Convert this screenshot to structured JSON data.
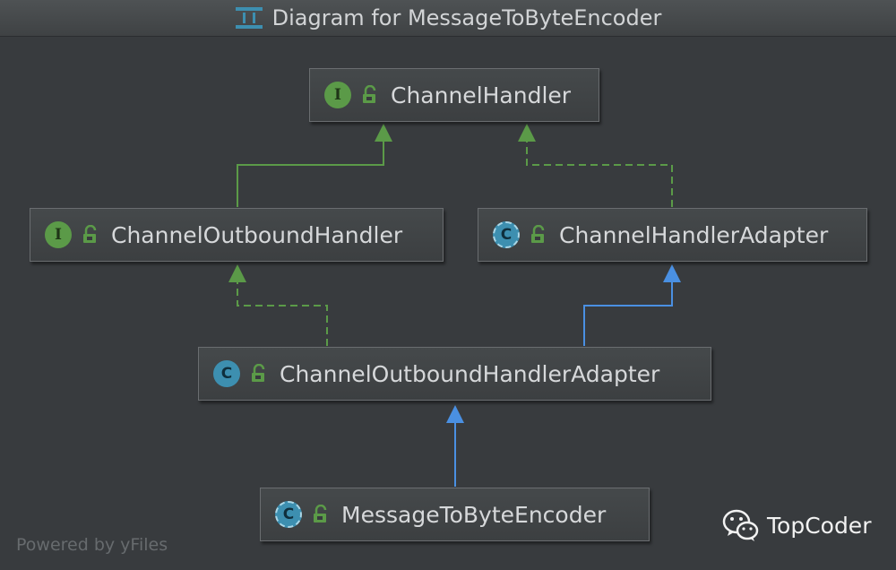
{
  "window": {
    "title": "Diagram for MessageToByteEncoder"
  },
  "nodes": [
    {
      "id": "channel-handler",
      "label": "ChannelHandler",
      "kind": "interface",
      "badge": "I"
    },
    {
      "id": "channel-outbound-handler",
      "label": "ChannelOutboundHandler",
      "kind": "interface",
      "badge": "I"
    },
    {
      "id": "channel-handler-adapter",
      "label": "ChannelHandlerAdapter",
      "kind": "abstract-class",
      "badge": "C"
    },
    {
      "id": "channel-outbound-handler-adapter",
      "label": "ChannelOutboundHandlerAdapter",
      "kind": "class",
      "badge": "C"
    },
    {
      "id": "message-to-byte-encoder",
      "label": "MessageToByteEncoder",
      "kind": "abstract-class",
      "badge": "C"
    }
  ],
  "edges": [
    {
      "from": "channel-outbound-handler",
      "to": "channel-handler",
      "relation": "extends-interface",
      "style": "solid",
      "color": "#5b9a48"
    },
    {
      "from": "channel-handler-adapter",
      "to": "channel-handler",
      "relation": "implements",
      "style": "dashed",
      "color": "#5b9a48"
    },
    {
      "from": "channel-outbound-handler-adapter",
      "to": "channel-outbound-handler",
      "relation": "implements",
      "style": "dashed",
      "color": "#5b9a48"
    },
    {
      "from": "channel-outbound-handler-adapter",
      "to": "channel-handler-adapter",
      "relation": "extends-class",
      "style": "solid",
      "color": "#4a90e2"
    },
    {
      "from": "message-to-byte-encoder",
      "to": "channel-outbound-handler-adapter",
      "relation": "extends-class",
      "style": "solid",
      "color": "#4a90e2"
    }
  ],
  "footer": {
    "powered_by": "Powered by yFiles"
  },
  "watermark": {
    "text": "TopCoder",
    "icon": "wechat-icon"
  },
  "colors": {
    "background": "#383b3e",
    "interface_badge": "#5b9a48",
    "class_badge": "#3d8fb0",
    "implements_arrow": "#5b9a48",
    "extends_arrow": "#4a90e2"
  }
}
